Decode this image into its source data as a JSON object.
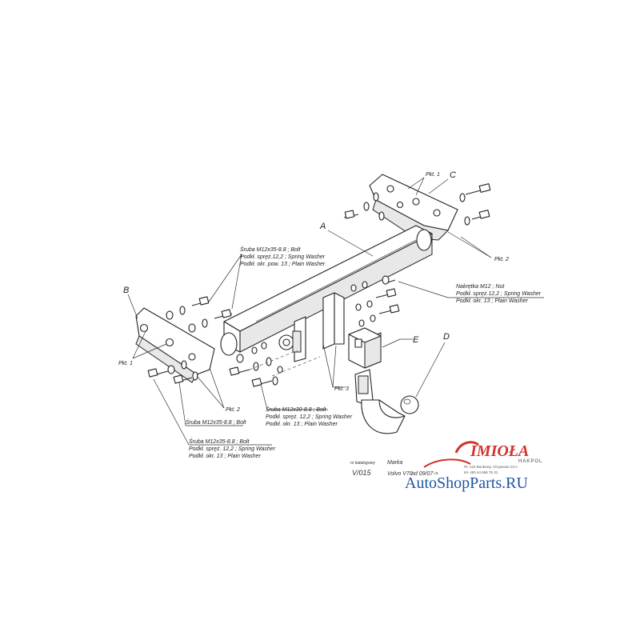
{
  "parts": {
    "a": "A",
    "b": "B",
    "c": "C",
    "d": "D",
    "e": "E"
  },
  "points": {
    "pkt1_right": "Pkt. 1",
    "pkt2_right": "Pkt. 2",
    "pkt1_left": "Pkt. 1",
    "pkt2_left": "Pkt. 2",
    "pkt3": "Pkt. 3"
  },
  "callouts": {
    "upper_left": [
      "Śruba M12x35-8.8 ; Bolt",
      "Podkł. spręż.12,2 ; Spring Washer",
      "Podkł. okr. pow. 13 ; Plain Washer"
    ],
    "right": [
      "Nakrętka M12 ; Nut",
      "Podkł. spręż.12,2 ; Spring Washer",
      "Podkł. okr. 13 ; Plain Washer"
    ],
    "center": [
      "Śruba M12x30-8.8 ; Bolt",
      "Podkł. spręż. 12,2 ; Spring Washer",
      "Podkł. okr. 13 ; Plain Washer"
    ],
    "lower_bolt": [
      "Śruba M12x35-8.8 ; Bolt"
    ],
    "bottom": [
      "Śruba M12x35-8.8 ; Bolt",
      "Podkł. spręż. 12,2 ; Spring Washer",
      "Podkł. okr. 13 ; Plain Washer"
    ]
  },
  "title_block": {
    "code_header": "nr katalogowy",
    "code": "V/015",
    "make_header": "Marka",
    "model": "Volvo V70",
    "date": "od 09/07->"
  },
  "logo": {
    "brand": "IMIOŁA",
    "sub": "HAKPOL",
    "address_1": "PL-123 Bunkowy, Chopeuse 23 A",
    "address_2": "tel. 493 44 656 75 31"
  },
  "watermark": "AutoShopParts.RU",
  "colors": {
    "logo_red": "#d2342b",
    "watermark_blue": "#1f54a6",
    "line": "#222222"
  }
}
